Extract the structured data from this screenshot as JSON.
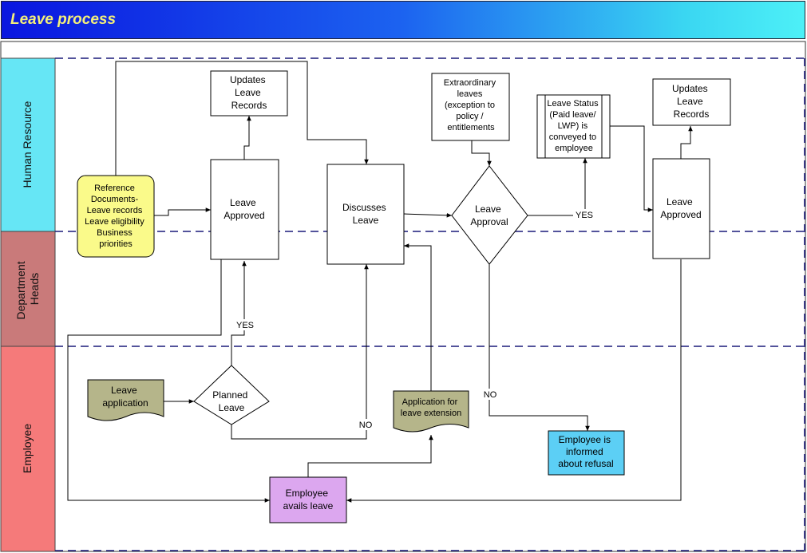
{
  "header": {
    "title": "Leave process"
  },
  "lanes": [
    {
      "label": "Human Resource"
    },
    {
      "label_lines": [
        "Department",
        "Heads"
      ]
    },
    {
      "label": "Employee"
    }
  ],
  "nodes": {
    "updates_records_1": [
      "Updates",
      "Leave",
      "Records"
    ],
    "reference_docs": [
      "Reference",
      "Documents-",
      "Leave records",
      "Leave eligibility",
      "Business",
      "priorities"
    ],
    "leave_approved_1": [
      "Leave",
      "Approved"
    ],
    "discusses_leave": [
      "Discusses",
      "Leave"
    ],
    "extraordinary_leaves": [
      "Extraordinary",
      "leaves",
      "(exception to",
      "policy /",
      "entitlements"
    ],
    "leave_approval": [
      "Leave",
      "Approval"
    ],
    "leave_status": [
      "Leave Status",
      "(Paid leave/",
      "LWP) is",
      "conveyed to",
      "employee"
    ],
    "updates_records_2": [
      "Updates",
      "Leave",
      "Records"
    ],
    "leave_approved_2": [
      "Leave",
      "Approved"
    ],
    "leave_application": [
      "Leave",
      "application"
    ],
    "planned_leave": [
      "Planned",
      "Leave"
    ],
    "application_extension": [
      "Application for",
      "leave extension"
    ],
    "employee_informed": [
      "Employee is",
      "informed",
      "about refusal"
    ],
    "employee_avails": [
      "Employee",
      "avails leave"
    ]
  },
  "edge_labels": {
    "yes_planned": "YES",
    "no_planned": "NO",
    "yes_approval": "YES",
    "no_approval": "NO"
  },
  "colors": {
    "hr_lane": "#66e6f5",
    "dept_lane": "#c97a7a",
    "emp_lane": "#f57a7a",
    "lane_divider": "#1a1a7a",
    "reference_docs_fill": "#fafa8a",
    "document_fill": "#b5b58a",
    "employee_informed_fill": "#5ccff5",
    "employee_avails_fill": "#dca7ef"
  }
}
